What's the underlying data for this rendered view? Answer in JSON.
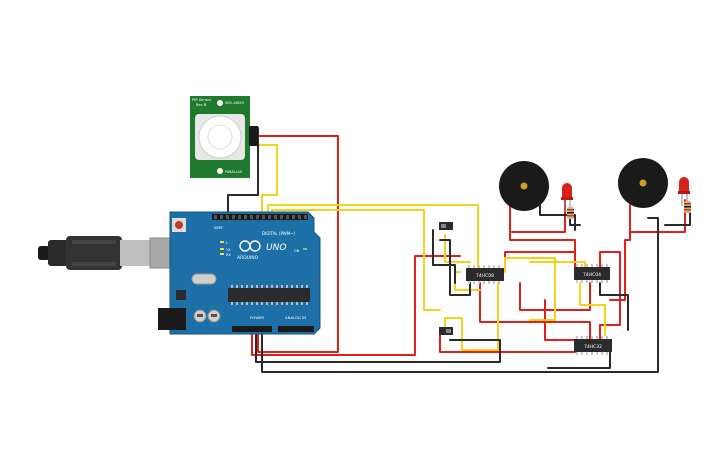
{
  "colors": {
    "board": "#1d6fa8",
    "board_dark": "#15547f",
    "pcb_green": "#1f7a2e",
    "wire_red": "#e0201b",
    "wire_yellow": "#f3d21a",
    "wire_black": "#2a2a2a",
    "chip": "#2b2b2b",
    "buzzer": "#1a1a1a",
    "led": "#d8211a",
    "usb": "#bfbfbf"
  },
  "arduino": {
    "logo_text": "UNO",
    "brand_text": "ARDUINO",
    "digital_label": "DIGITAL (PWM~)",
    "power_label": "POWER",
    "analog_label": "ANALOG IN",
    "aref_label": "AREF",
    "tx_label": "TX",
    "rx_label": "RX",
    "l_label": "L",
    "on_label": "ON"
  },
  "pir": {
    "title_line1": "PIR Sensor",
    "title_line2": "Rev B",
    "top_right": "SEN-18829",
    "bottom_right": "PARALLAX"
  },
  "chips": {
    "u1": "74HC08",
    "u2": "74HC04",
    "u3": "74HC32"
  },
  "icons": {
    "usb": "usb-cable-icon",
    "reset": "reset-button-icon"
  }
}
